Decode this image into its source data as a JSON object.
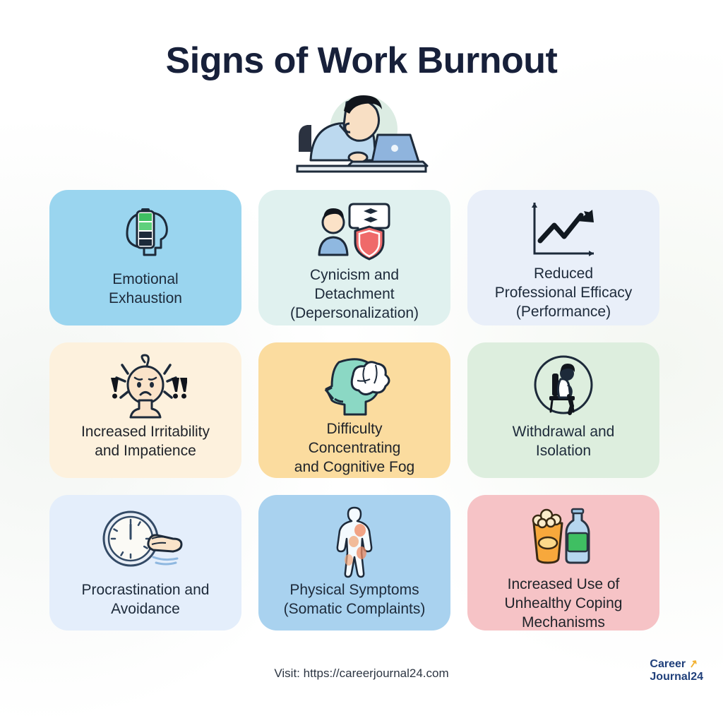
{
  "title": "Signs of Work Burnout",
  "hero": {
    "name": "burnt-out-worker-at-laptop"
  },
  "cards": [
    {
      "id": "emotional-exhaustion",
      "label": "Emotional\nExhaustion",
      "bg": "#9ad5ef",
      "icon": "head-with-low-battery-icon"
    },
    {
      "id": "cynicism-detachment",
      "label": "Cynicism and\nDetachment\n(Depersonalization)",
      "bg": "#e0f1ef",
      "icon": "person-speech-bubble-shield-icon"
    },
    {
      "id": "reduced-professional-efficacy",
      "label": "Reduced\nProfessional Efficacy\n(Performance)",
      "bg": "#e9eff9",
      "icon": "rising-chart-arrow-icon"
    },
    {
      "id": "increased-irritability",
      "label": "Increased Irritability\nand Impatience",
      "bg": "#fdf1dd",
      "icon": "frustrated-face-exclamations-icon"
    },
    {
      "id": "difficulty-concentrating",
      "label": "Difficulty\nConcentrating\nand Cognitive Fog",
      "bg": "#fbdc9f",
      "icon": "head-with-cloud-brain-icon"
    },
    {
      "id": "withdrawal-isolation",
      "label": "Withdrawal and\nIsolation",
      "bg": "#ddeede",
      "icon": "person-sitting-alone-icon"
    },
    {
      "id": "procrastination-avoidance",
      "label": "Procrastination and\nAvoidance",
      "bg": "#e4eefb",
      "icon": "clock-pushed-by-hand-icon"
    },
    {
      "id": "physical-symptoms",
      "label": "Physical Symptoms\n(Somatic Complaints)",
      "bg": "#a9d2ef",
      "icon": "body-with-pain-spots-icon"
    },
    {
      "id": "unhealthy-coping",
      "label": "Increased Use of\nUnhealthy Coping\nMechanisms",
      "bg": "#f6c3c6",
      "icon": "junk-food-and-bottle-icon"
    }
  ],
  "footer": {
    "visit": "Visit: https://careerjournal24.com",
    "logo_line1": "Career",
    "logo_line2": "Journal24",
    "logo_color": "#1f3f7a",
    "logo_arrow_color": "#f2b233"
  }
}
